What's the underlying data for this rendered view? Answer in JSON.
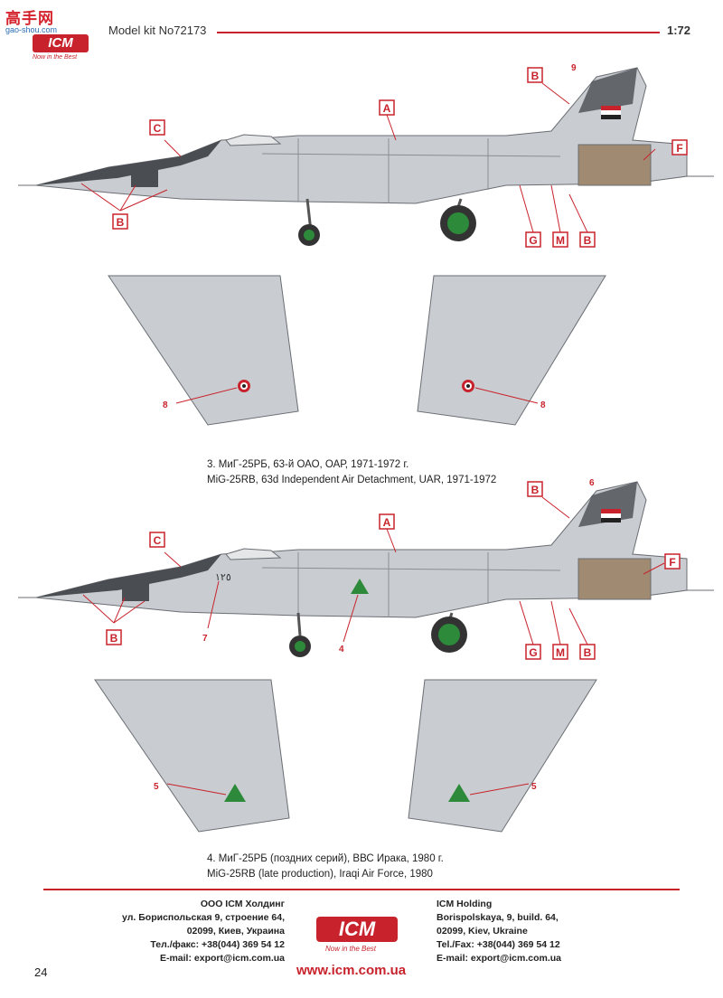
{
  "header": {
    "corner_site": "高手网",
    "corner_url": "gao-shou.com",
    "corner_logo": "ICM",
    "corner_logo_tagline": "Now in the Best",
    "model_kit": "Model kit No72173",
    "scale": "1:72"
  },
  "profile3": {
    "caption_ru": "3. МиГ-25РБ, 63-й ОАО, ОАР, 1971-1972 г.",
    "caption_en": "MiG-25RB, 63d Independent Air Detachment, UAR, 1971-1972",
    "side_callouts": [
      "A",
      "B",
      "C",
      "B",
      "F",
      "G",
      "M",
      "B"
    ],
    "side_numbers": [
      "9"
    ],
    "wing_numbers": [
      "8",
      "8"
    ]
  },
  "profile4": {
    "caption_ru": "4. МиГ-25РБ (поздних серий), ВВС Ирака, 1980 г.",
    "caption_en": "MiG-25RB (late production), Iraqi Air Force, 1980",
    "side_callouts": [
      "A",
      "B",
      "C",
      "B",
      "F",
      "G",
      "M",
      "B"
    ],
    "side_numbers": [
      "6",
      "7",
      "4"
    ],
    "tail_code": "١٢٥",
    "wing_numbers": [
      "5",
      "5"
    ]
  },
  "footer": {
    "left": [
      "ООО ICM Холдинг",
      "ул. Бориспольская 9, строение 64,",
      "02099, Киев, Украина",
      "Тел./факс: +38(044) 369 54 12",
      "E-mail: export@icm.com.ua"
    ],
    "right": [
      "ICM Holding",
      "Borispolskaya, 9, build. 64,",
      "02099, Kiev, Ukraine",
      "Tel./Fax: +38(044) 369 54 12",
      "E-mail: export@icm.com.ua"
    ],
    "logo": "ICM",
    "logo_tagline": "Now in the Best",
    "page_number": "24",
    "url": "www.icm.com.ua"
  },
  "colors": {
    "accent": "#c8232c",
    "airframe": "#c9cdd1",
    "anti_glare": "#4a4d52",
    "panel": "#e4e6e8",
    "green": "#2d8a3a",
    "tan": "#a08a72"
  }
}
